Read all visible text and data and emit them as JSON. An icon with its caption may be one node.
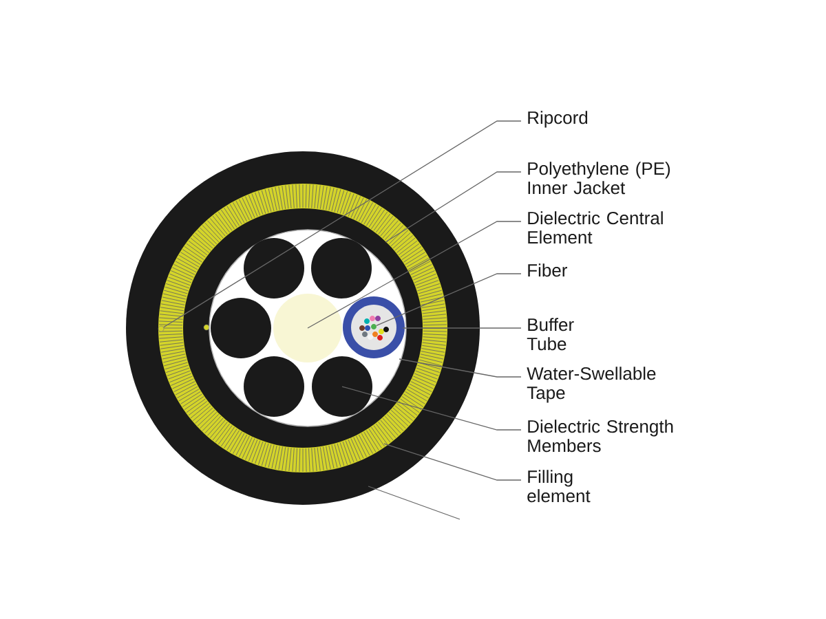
{
  "diagram": {
    "nodes": [
      {
        "text": [
          "Ripcord"
        ]
      },
      {
        "text": [
          "Polyethylene (PE) Inner Jacket"
        ]
      },
      {
        "text": [
          "Dielectric Central Element"
        ]
      },
      {
        "text": [
          "Fiber"
        ]
      },
      {
        "text": [
          "Buffer Tube"
        ]
      },
      {
        "text": [
          "Water-Swellable Tape"
        ]
      },
      {
        "text": [
          "Dielectric Strength Members"
        ]
      },
      {
        "text": [
          "Filling element"
        ]
      },
      {
        "text": [],
        "shape": "circle"
      },
      {
        "text": [],
        "shape": "circle",
        "in": 8
      },
      {
        "text": [],
        "shape": "circle",
        "in": 9
      },
      {
        "text": [],
        "shape": "circle",
        "in": 10
      },
      {
        "text": [],
        "shape": "circle",
        "in": 9
      },
      {
        "text": [],
        "shape": "circle",
        "in": 11
      },
      {
        "text": [],
        "shape": "circle",
        "in": 11
      },
      {
        "text": [],
        "shape": "circle",
        "in": 14
      },
      {
        "text": [],
        "shape": "circle",
        "in": 11
      },
      {
        "text": [],
        "shape": "circle",
        "in": 11
      },
      {
        "text": [],
        "shape": "circle",
        "in": 11
      },
      {
        "text": [],
        "shape": "circle",
        "in": 11
      },
      {
        "text": [],
        "shape": "circle",
        "in": 11
      }
    ],
    "edges": [
      {
        "from": 0,
        "to": 12,
        "arrow": "none"
      },
      {
        "from": 1,
        "to": 10,
        "arrow": "none"
      },
      {
        "from": 2,
        "to": 13,
        "arrow": "none"
      },
      {
        "from": 3,
        "to": 15,
        "arrow": "none"
      },
      {
        "from": 4,
        "to": 14,
        "arrow": "none"
      },
      {
        "from": 5,
        "to": 11,
        "arrow": "none"
      },
      {
        "from": 6,
        "to": 16,
        "arrow": "none"
      },
      {
        "from": 7,
        "to": 9,
        "arrow": "none"
      },
      {
        "from": 8,
        "to": null,
        "arrow": "none"
      }
    ]
  }
}
